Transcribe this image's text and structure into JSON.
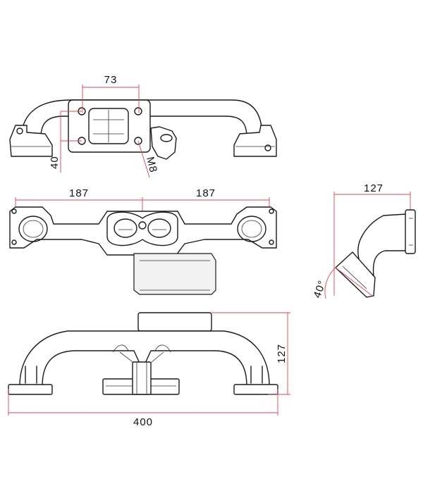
{
  "colors": {
    "outline": "#1a1a1a",
    "dimension_line": "#e0454f",
    "background": "#ffffff"
  },
  "top_view": {
    "flange_spacing": "73",
    "height_offset": "40",
    "thread": "M8"
  },
  "front_view": {
    "left_span": "187",
    "right_span": "187"
  },
  "side_view": {
    "depth": "127",
    "flange_angle": "40°"
  },
  "bottom_view": {
    "height": "127",
    "overall_length": "400"
  }
}
